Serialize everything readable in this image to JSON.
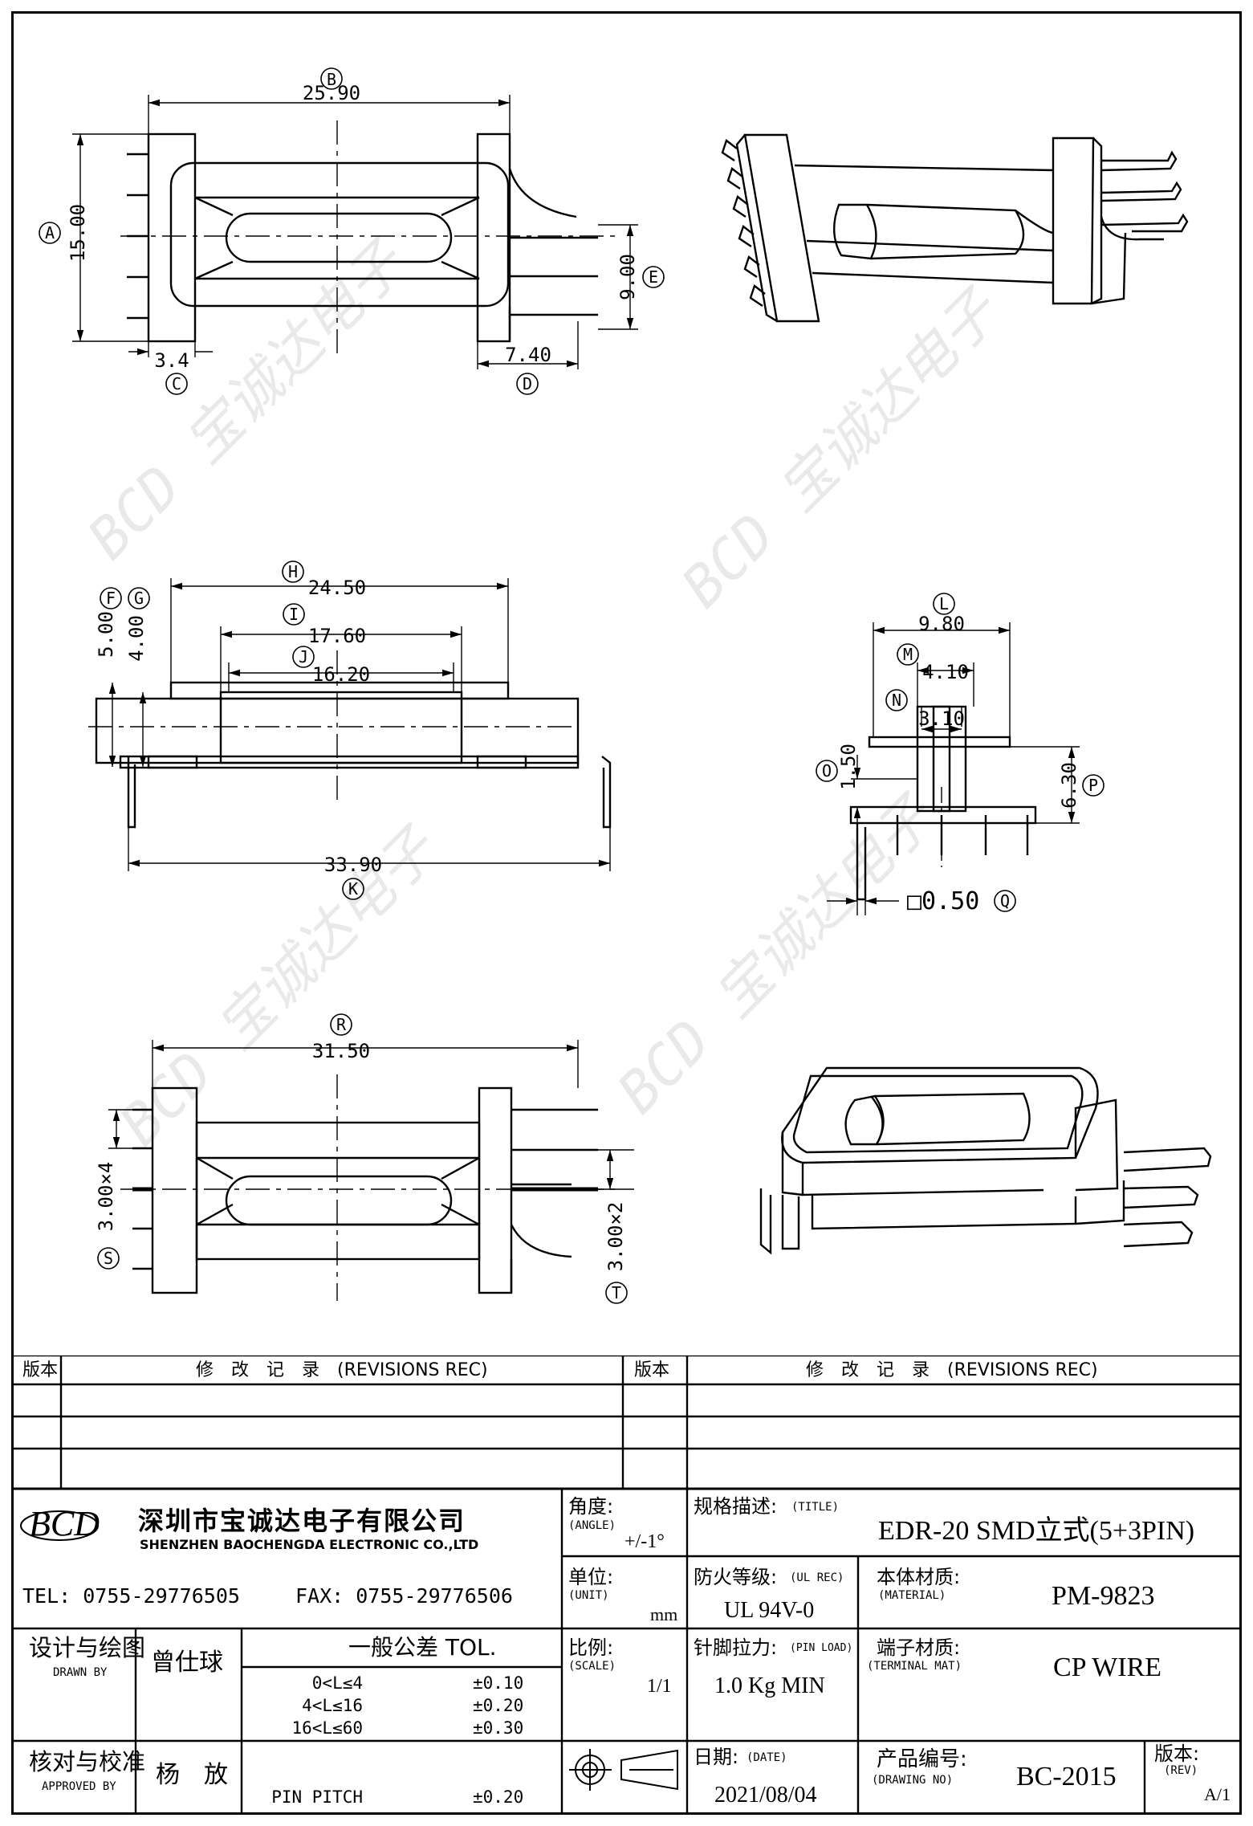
{
  "dimensions": {
    "A": {
      "label": "A",
      "value": "15.00"
    },
    "B": {
      "label": "B",
      "value": "25.90"
    },
    "C": {
      "label": "C",
      "value": "3.4"
    },
    "D": {
      "label": "D",
      "value": "7.40"
    },
    "E": {
      "label": "E",
      "value": "9.00"
    },
    "F": {
      "label": "F",
      "value": "5.00"
    },
    "G": {
      "label": "G",
      "value": "4.00"
    },
    "H": {
      "label": "H",
      "value": "24.50"
    },
    "I": {
      "label": "I",
      "value": "17.60"
    },
    "J": {
      "label": "J",
      "value": "16.20"
    },
    "K": {
      "label": "K",
      "value": "33.90"
    },
    "L": {
      "label": "L",
      "value": "9.80"
    },
    "M": {
      "label": "M",
      "value": "4.10"
    },
    "N": {
      "label": "N",
      "value": "3.10"
    },
    "O": {
      "label": "O",
      "value": "1.50"
    },
    "P": {
      "label": "P",
      "value": "6.30"
    },
    "Q": {
      "label": "Q",
      "value": "□0.50"
    },
    "R": {
      "label": "R",
      "value": "31.50"
    },
    "S": {
      "label": "S",
      "value": "3.00×4"
    },
    "T": {
      "label": "T",
      "value": "3.00×2"
    }
  },
  "watermark": {
    "text": "BCD 宝诚达电子"
  },
  "revisions": {
    "col_version": "版本",
    "col_record": "修　改　记　录　(REVISIONS REC)",
    "rows": 3
  },
  "company": {
    "logo": "BCD",
    "name_cn": "深圳市宝诚达电子有限公司",
    "name_en": "SHENZHEN BAOCHENGDA ELECTRONIC CO.,LTD",
    "tel": "TEL: 0755-29776505",
    "fax": "FAX: 0755-29776506"
  },
  "angle": {
    "label_cn": "角度:",
    "label_en": "(ANGLE)",
    "value": "+/-1°"
  },
  "unit": {
    "label_cn": "单位:",
    "label_en": "(UNIT)",
    "value": "mm"
  },
  "scale": {
    "label_cn": "比例:",
    "label_en": "(SCALE)",
    "value": "1/1"
  },
  "title": {
    "label_cn": "规格描述:",
    "label_en": "(TITLE)",
    "value": "EDR-20 SMD立式(5+3PIN)"
  },
  "ul_rec": {
    "label_cn": "防火等级:",
    "label_en": "(UL REC)",
    "value": "UL 94V-0"
  },
  "material": {
    "label_cn": "本体材质:",
    "label_en": "(MATERIAL)",
    "value": "PM-9823"
  },
  "pin_load": {
    "label_cn": "针脚拉力:",
    "label_en": "(PIN LOAD)",
    "value": "1.0 Kg MIN"
  },
  "terminal": {
    "label_cn": "端子材质:",
    "label_en": "(TERMINAL MAT)",
    "value": "CP WIRE"
  },
  "date": {
    "label_cn": "日期:",
    "label_en": "(DATE)",
    "value": "2021/08/04"
  },
  "drawing_no": {
    "label_cn": "产品编号:",
    "label_en": "(DRAWING NO)",
    "value": "BC-2015"
  },
  "rev": {
    "label_cn": "版本:",
    "label_en": "(REV)",
    "value": "A/1"
  },
  "drawn": {
    "label_cn": "设计与绘图",
    "label_en": "DRAWN BY",
    "value": "曾仕球"
  },
  "approved": {
    "label_cn": "核对与校准",
    "label_en": "APPROVED BY",
    "value": "杨　放"
  },
  "tolerance": {
    "title": "一般公差 TOL.",
    "rows": [
      {
        "range": "0<L≤4",
        "tol": "±0.10"
      },
      {
        "range": "4<L≤16",
        "tol": "±0.20"
      },
      {
        "range": "16<L≤60",
        "tol": "±0.30"
      },
      {
        "range": "PIN PITCH",
        "tol": "±0.20"
      }
    ]
  }
}
